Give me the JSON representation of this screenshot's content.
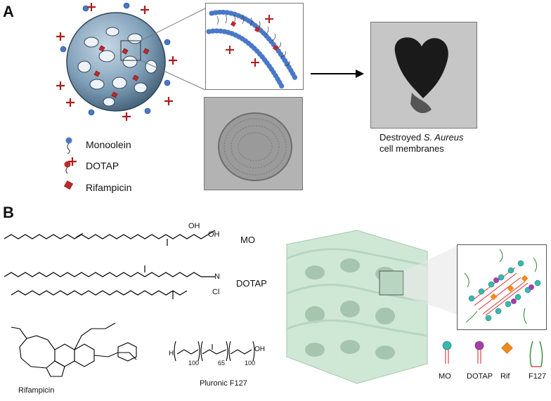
{
  "panel_a": {
    "letter": "A",
    "legend": [
      {
        "label": "Monoolein"
      },
      {
        "label": "DOTAP"
      },
      {
        "label": "Rifampicin"
      }
    ],
    "caption_line1_prefix": "Destroyed ",
    "caption_line1_italic": "S. Aureus",
    "caption_line2": "cell membranes"
  },
  "panel_b": {
    "letter": "B",
    "mo_label": "MO",
    "dotap_label": "DOTAP",
    "rifampicin_label": "Rifampicin",
    "pluronic_label": "Pluronic F127",
    "pluronic_sub1": "100",
    "pluronic_sub2": "65",
    "pluronic_sub3": "100",
    "pluronic_h": "H",
    "pluronic_oh": "OH",
    "chem_oh1": "OH",
    "chem_oh2": "OH",
    "chem_cl": "Cl",
    "chem_n": "N",
    "legend": [
      {
        "label": "MO"
      },
      {
        "label": "DOTAP"
      },
      {
        "label": "Rif"
      },
      {
        "label": "F127"
      }
    ]
  },
  "colors": {
    "monoolein": "#4a78c8",
    "dotap_head": "#c0282a",
    "cross": "#b01c1c",
    "particle": "#7f9fb8",
    "cubic": "#cfe8d6",
    "mo_head": "#37b9b0",
    "dotap_b_head": "#a540a8",
    "rif": "#f08a1c",
    "f127": "#2e8a30"
  }
}
